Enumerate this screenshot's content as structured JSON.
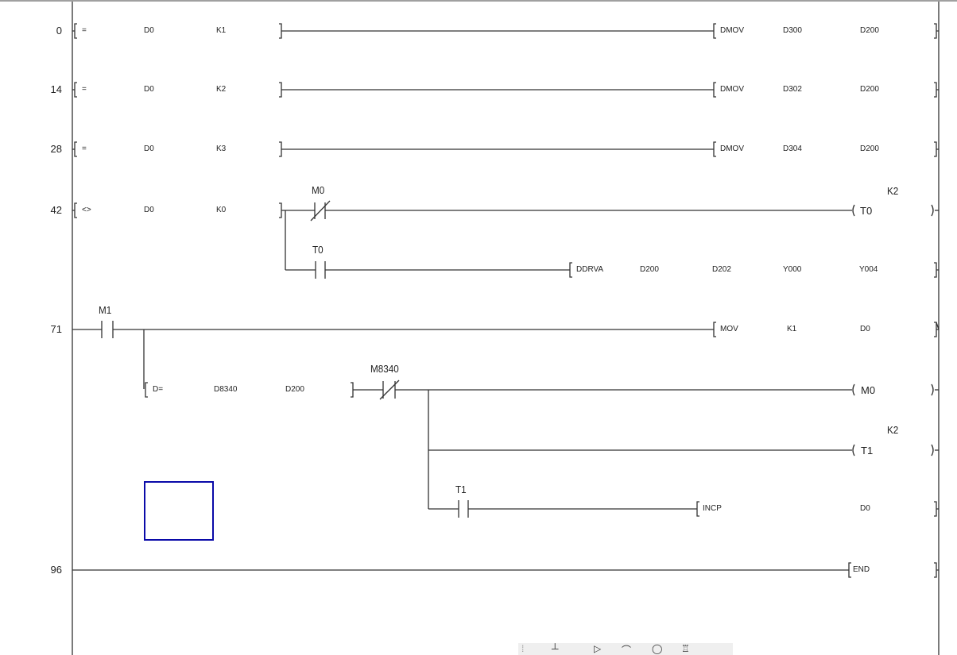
{
  "view": "ladder-diagram-editor",
  "colors": {
    "wire": "#333333",
    "text": "#222222",
    "cursor": "#0a0aa8",
    "toolbar_bg": "#efefef"
  },
  "rungs": [
    {
      "step": "0",
      "compare": {
        "op": "=",
        "a": "D0",
        "b": "K1"
      },
      "instruction": {
        "name": "DMOV",
        "ops": [
          "D300",
          "D200"
        ]
      }
    },
    {
      "step": "14",
      "compare": {
        "op": "=",
        "a": "D0",
        "b": "K2"
      },
      "instruction": {
        "name": "DMOV",
        "ops": [
          "D302",
          "D200"
        ]
      }
    },
    {
      "step": "28",
      "compare": {
        "op": "=",
        "a": "D0",
        "b": "K3"
      },
      "instruction": {
        "name": "DMOV",
        "ops": [
          "D304",
          "D200"
        ]
      }
    },
    {
      "step": "42",
      "compare": {
        "op": "<>",
        "a": "D0",
        "b": "K0"
      },
      "contact_nc": "M0",
      "coil": {
        "device": "T0",
        "setting": "K2"
      },
      "branch": {
        "contact_no": "T0",
        "instruction": {
          "name": "DDRVA",
          "ops": [
            "D200",
            "D202",
            "Y000",
            "Y004"
          ]
        }
      }
    },
    {
      "step": "71",
      "contact_no": "M1",
      "instruction": {
        "name": "MOV",
        "ops": [
          "K1",
          "D0"
        ]
      },
      "branch": {
        "compare": {
          "op": "D=",
          "a": "D8340",
          "b": "D200"
        },
        "contact_nc": "M8340",
        "coil_m0": {
          "device": "M0"
        },
        "coil_t1": {
          "device": "T1",
          "setting": "K2"
        },
        "sub_contact_no": "T1",
        "instruction": {
          "name": "INCP",
          "ops": [
            "D0"
          ]
        }
      }
    },
    {
      "step": "96",
      "instruction": {
        "name": "END"
      }
    }
  ],
  "toolbar": {
    "icons": [
      "grip-icon",
      "contact-icon",
      "pointer-icon",
      "pen-icon",
      "circle-icon",
      "shape-icon"
    ],
    "glyphs": [
      "⁞",
      "┴",
      "▷",
      "⌒",
      "◯",
      "♖"
    ]
  }
}
